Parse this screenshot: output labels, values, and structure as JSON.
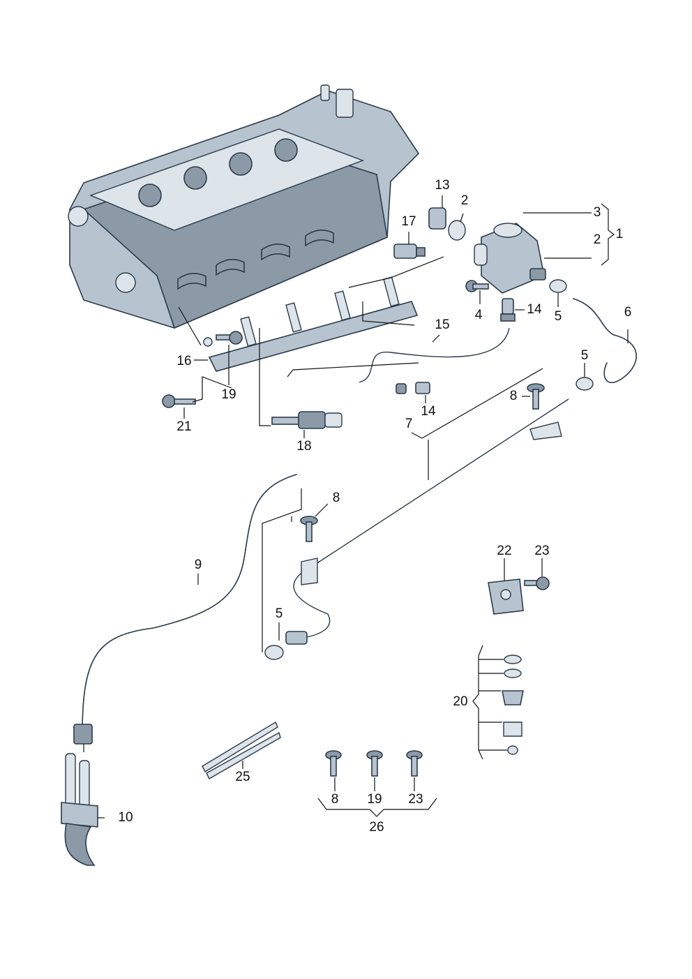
{
  "diagram": {
    "callouts": {
      "c1": "1",
      "c2a": "2",
      "c2b": "2",
      "c3": "3",
      "c4": "4",
      "c5a": "5",
      "c5b": "5",
      "c5c": "5",
      "c6": "6",
      "c7": "7",
      "c8a": "8",
      "c8b": "8",
      "c8c": "8",
      "c9": "9",
      "c10": "10",
      "c13": "13",
      "c14a": "14",
      "c14b": "14",
      "c15": "15",
      "c16": "16",
      "c17": "17",
      "c18": "18",
      "c19a": "19",
      "c19b": "19",
      "c20": "20",
      "c21": "21",
      "c22": "22",
      "c23a": "23",
      "c23b": "23",
      "c25": "25",
      "c26": "26"
    },
    "colors": {
      "metal": "#b7c4d0",
      "metal_dark": "#8c9aa8",
      "metal_light": "#dde4ea",
      "outline": "#2a3a4a",
      "text": "#111111"
    }
  }
}
